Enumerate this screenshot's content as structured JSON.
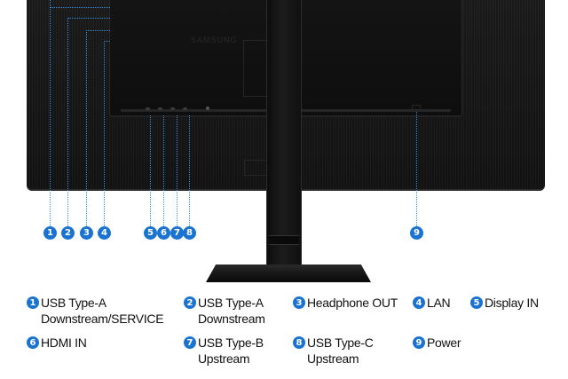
{
  "markers": [
    "1",
    "2",
    "3",
    "4",
    "5",
    "6",
    "7",
    "8",
    "9"
  ],
  "brand_text": "SAMSUNG",
  "legend": [
    {
      "num": "1",
      "line1": "USB Type-A",
      "line2": "Downstream/SERVICE"
    },
    {
      "num": "2",
      "line1": "USB Type-A",
      "line2": "Downstream"
    },
    {
      "num": "3",
      "line1": "Headphone OUT",
      "line2": ""
    },
    {
      "num": "4",
      "line1": "LAN",
      "line2": ""
    },
    {
      "num": "5",
      "line1": "Display IN",
      "line2": ""
    },
    {
      "num": "6",
      "line1": "HDMI IN",
      "line2": ""
    },
    {
      "num": "7",
      "line1": "USB Type-B",
      "line2": "Upstream"
    },
    {
      "num": "8",
      "line1": "USB Type-C",
      "line2": "Upstream"
    },
    {
      "num": "9",
      "line1": "Power",
      "line2": ""
    }
  ],
  "colors": {
    "accent": "#1a73d1",
    "monitor": "#151515"
  },
  "icons": [
    "monitor-rear-image",
    "port-marker-icon"
  ]
}
